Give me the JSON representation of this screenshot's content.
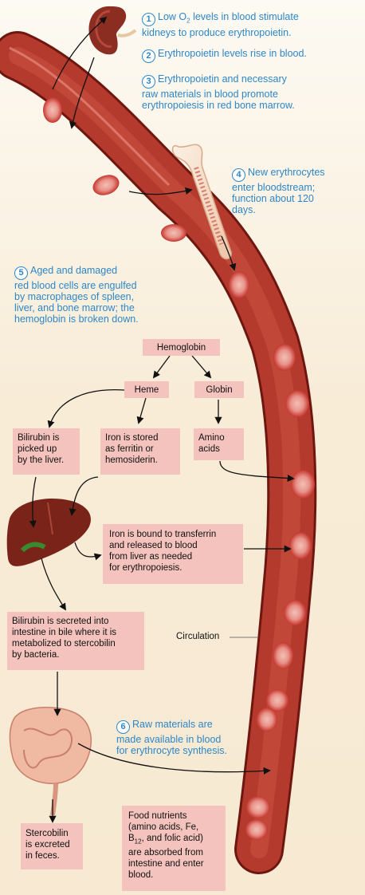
{
  "steps": [
    {
      "number": "1",
      "line1": "Low O",
      "line1_sub": "2",
      "line1_rest": " levels in blood stimulate",
      "line2": "kidneys to produce erythropoietin."
    },
    {
      "number": "2",
      "line1": "Erythropoietin levels rise in blood."
    },
    {
      "number": "3",
      "line1": "Erythropoietin and necessary",
      "line2": "raw materials in blood promote",
      "line3": "erythropoiesis in red bone marrow."
    },
    {
      "number": "4",
      "line1": "New erythrocytes",
      "line2": "enter bloodstream;",
      "line3": "function about 120",
      "line4": "days."
    },
    {
      "number": "5",
      "line1": "Aged and damaged",
      "line2": "red blood cells are engulfed",
      "line3": "by macrophages of spleen,",
      "line4": "liver, and bone marrow; the",
      "line5": "hemoglobin is broken down."
    },
    {
      "number": "6",
      "line1": "Raw materials are",
      "line2": "made available in blood",
      "line3": "for erythrocyte synthesis."
    }
  ],
  "boxes": {
    "hemoglobin": "Hemoglobin",
    "heme": "Heme",
    "globin": "Globin",
    "bilirubin_liver": [
      "Bilirubin is",
      "picked up",
      "by the liver."
    ],
    "iron_stored": [
      "Iron is stored",
      "as ferritin or",
      "hemosiderin."
    ],
    "amino_acids": [
      "Amino",
      "acids"
    ],
    "transferrin": [
      "Iron is bound to transferrin",
      "and released to blood",
      "from liver as needed",
      "for erythropoiesis."
    ],
    "bilirubin_intestine": [
      "Bilirubin is secreted into",
      "intestine in bile where it is",
      "metabolized to stercobilin",
      "by bacteria."
    ],
    "stercobilin": [
      "Stercobilin",
      "is excreted",
      "in feces."
    ],
    "food_nutrients": [
      "Food nutrients",
      "(amino acids, Fe,",
      "B",
      "are absorbed from",
      "intestine and enter",
      "blood."
    ],
    "food_nutrients_sub": "12",
    "food_nutrients_rest": ", and folic acid)"
  },
  "labels": {
    "circulation": "Circulation"
  },
  "colors": {
    "step_text": "#2e86c6",
    "box_fill": "#f4c3bd",
    "vessel": "#b43a2d"
  }
}
